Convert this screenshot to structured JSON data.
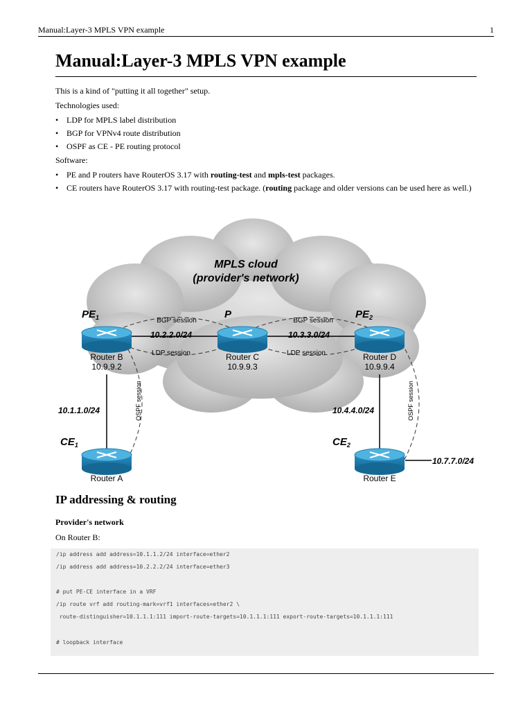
{
  "header": {
    "title": "Manual:Layer-3 MPLS VPN example",
    "page_number": "1"
  },
  "title": "Manual:Layer-3 MPLS VPN example",
  "intro": "This is a kind of \"putting it all together\" setup.",
  "technologies": {
    "heading": "Technologies used:",
    "items": [
      "LDP for MPLS label distribution",
      "BGP for VPNv4 route distribution",
      "OSPF as CE - PE routing protocol"
    ]
  },
  "software": {
    "heading": "Software:",
    "item1": {
      "pre": "PE and P routers have RouterOS 3.17 with ",
      "b1": "routing-test",
      "mid": " and ",
      "b2": "mpls-test",
      "post": " packages."
    },
    "item2": {
      "pre": "CE routers have RouterOS 3.17 with routing-test package. (",
      "b1": "routing",
      "post": " package and older versions can be used here as well.)"
    }
  },
  "diagram": {
    "cloud_title_1": "MPLS cloud",
    "cloud_title_2": "(provider's network)",
    "pe1": "PE",
    "pe1_sub": "1",
    "p": "P",
    "pe2": "PE",
    "pe2_sub": "2",
    "ce1": "CE",
    "ce1_sub": "1",
    "ce2": "CE",
    "ce2_sub": "2",
    "bgp_session_left": "BGP session",
    "bgp_session_right": "BGP session",
    "ldp_session_left": "LDP session",
    "ldp_session_right": "LDP session",
    "net_bc": "10.2.2.0/24",
    "net_cd": "10.3.3.0/24",
    "net_ab": "10.1.1.0/24",
    "net_de": "10.4.4.0/24",
    "net_e": "10.7.7.0/24",
    "ospf_left": "OSPF session",
    "ospf_right": "OSPF session",
    "router_b": "Router B",
    "router_b_ip": "10.9.9.2",
    "router_c": "Router C",
    "router_c_ip": "10.9.9.3",
    "router_d": "Router D",
    "router_d_ip": "10.9.9.4",
    "router_a": "Router A",
    "router_e": "Router E",
    "colors": {
      "router_fill": "#3399cc",
      "router_top": "#66ccee",
      "cloud": "#bfbfbf"
    }
  },
  "section_ip": "IP addressing & routing",
  "subsection": "Provider's network",
  "on_router_b": "On Router B:",
  "code_lines": [
    "/ip address add address=10.1.1.2/24 interface=ether2",
    "/ip address add address=10.2.2.2/24 interface=ether3",
    "# put PE-CE interface in a VRF",
    "/ip route vrf add routing-mark=vrf1 interfaces=ether2 \\",
    " route-distinguisher=10.1.1.1:111 import-route-targets=10.1.1.1:111 export-route-targets=10.1.1.1:111",
    "# loopback interface"
  ]
}
